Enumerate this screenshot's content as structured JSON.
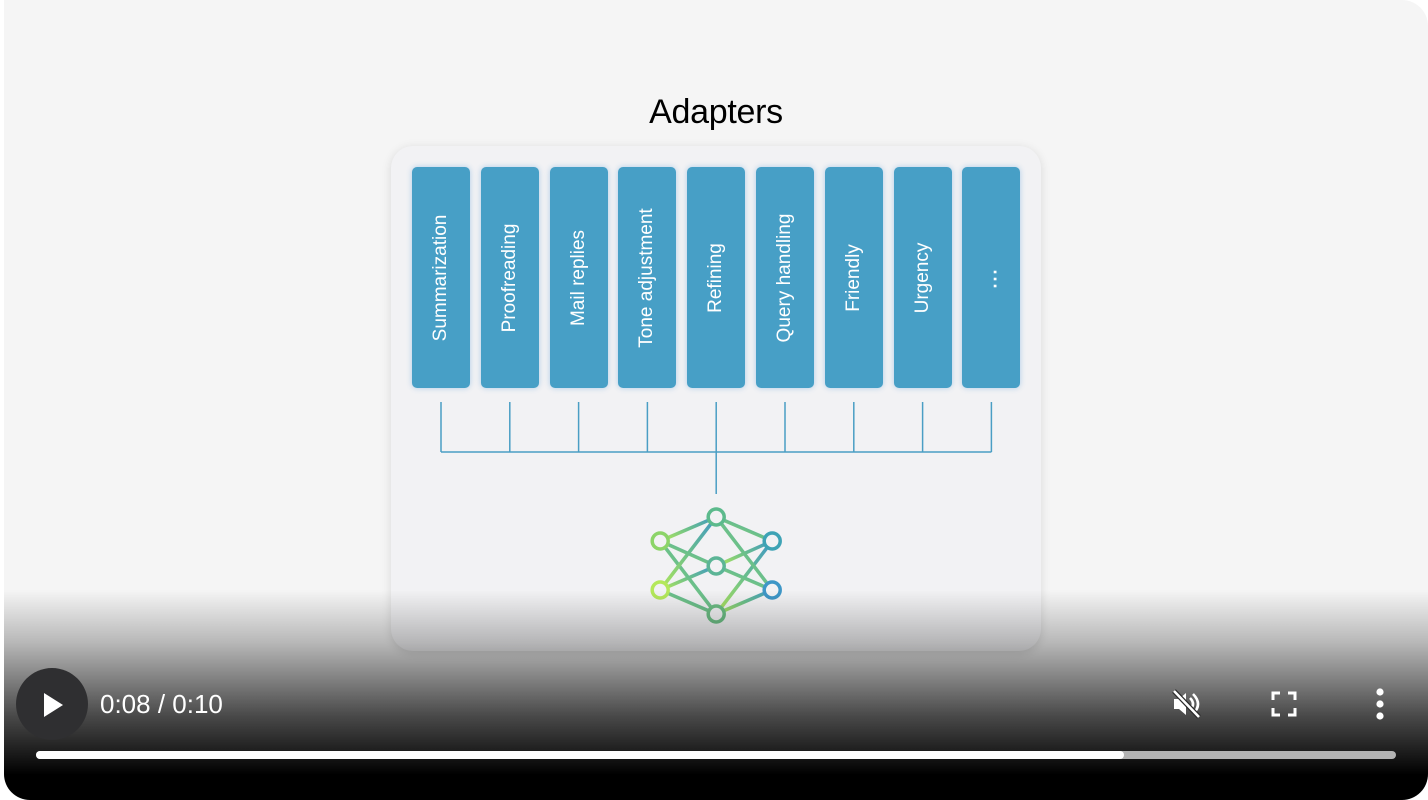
{
  "video": {
    "slide_title": "Adapters",
    "adapters": [
      {
        "label": "Summarization"
      },
      {
        "label": "Proofreading"
      },
      {
        "label": "Mail replies"
      },
      {
        "label": "Tone adjustment"
      },
      {
        "label": "Refining"
      },
      {
        "label": "Query handling"
      },
      {
        "label": "Friendly"
      },
      {
        "label": "Urgency"
      },
      {
        "label": "..."
      }
    ],
    "colors": {
      "adapter_fill": "#479fc6",
      "wire": "#4a9ec4",
      "network_gradient": [
        "#a6e05f",
        "#6cc08a",
        "#3e97c7"
      ]
    },
    "network_icon": "neural-network-icon"
  },
  "controls": {
    "play_icon": "play-icon",
    "current_time": "0:08",
    "duration": "0:10",
    "time_display": "0:08 / 0:10",
    "progress_fraction": 0.8,
    "mute_icon": "muted-speaker-icon",
    "fullscreen_icon": "fullscreen-icon",
    "more_icon": "more-vertical-icon"
  }
}
